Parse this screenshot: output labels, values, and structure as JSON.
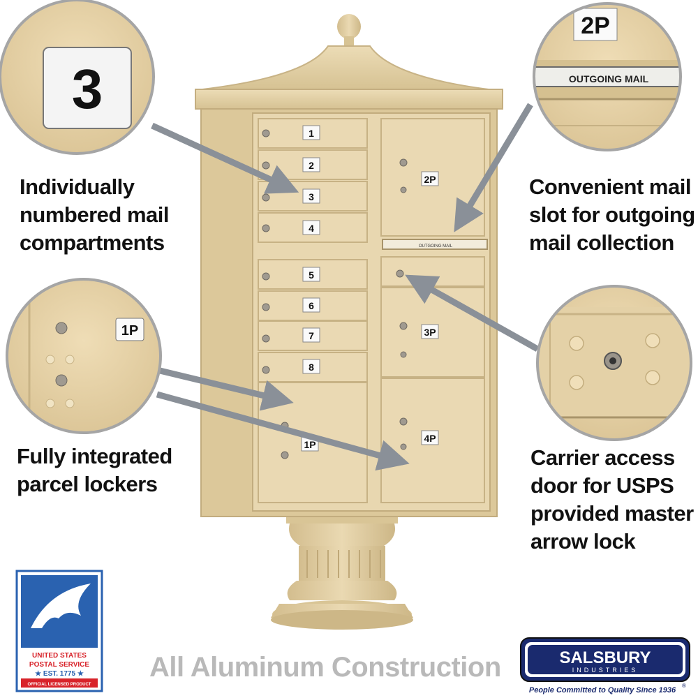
{
  "callouts": {
    "numbered": "Individually\nnumbered mail\ncompartments",
    "outgoing": "Convenient mail\nslot for outgoing\nmail collection",
    "parcel": "Fully integrated\nparcel lockers",
    "carrier": "Carrier access\ndoor for USPS\nprovided master\narrow lock"
  },
  "zoom_labels": {
    "number": "3",
    "locker_2p": "2P",
    "outgoing_plate": "OUTGOING MAIL",
    "locker_1p": "1P"
  },
  "unit": {
    "compartments": [
      "1",
      "2",
      "3",
      "4",
      "5",
      "6",
      "7",
      "8"
    ],
    "lockers": [
      "2P",
      "3P",
      "4P",
      "1P"
    ],
    "outgoing_slot": "OUTGOING MAIL"
  },
  "caption": "All Aluminum Construction",
  "usps_logo": {
    "line1": "UNITED STATES",
    "line2": "POSTAL SERVICE",
    "line3": "★ EST. 1775 ★",
    "line4": "OFFICIAL LICENSED PRODUCT"
  },
  "brand": {
    "name": "SALSBURY",
    "sub": "INDUSTRIES",
    "tagline": "People Committed to Quality Since 1936",
    "registered": "®"
  },
  "colors": {
    "sand": "#e3d2a8",
    "sand_dark": "#c8b386",
    "arrow": "#8a9098",
    "usps_blue": "#2a62b0",
    "usps_red": "#d8232a"
  }
}
